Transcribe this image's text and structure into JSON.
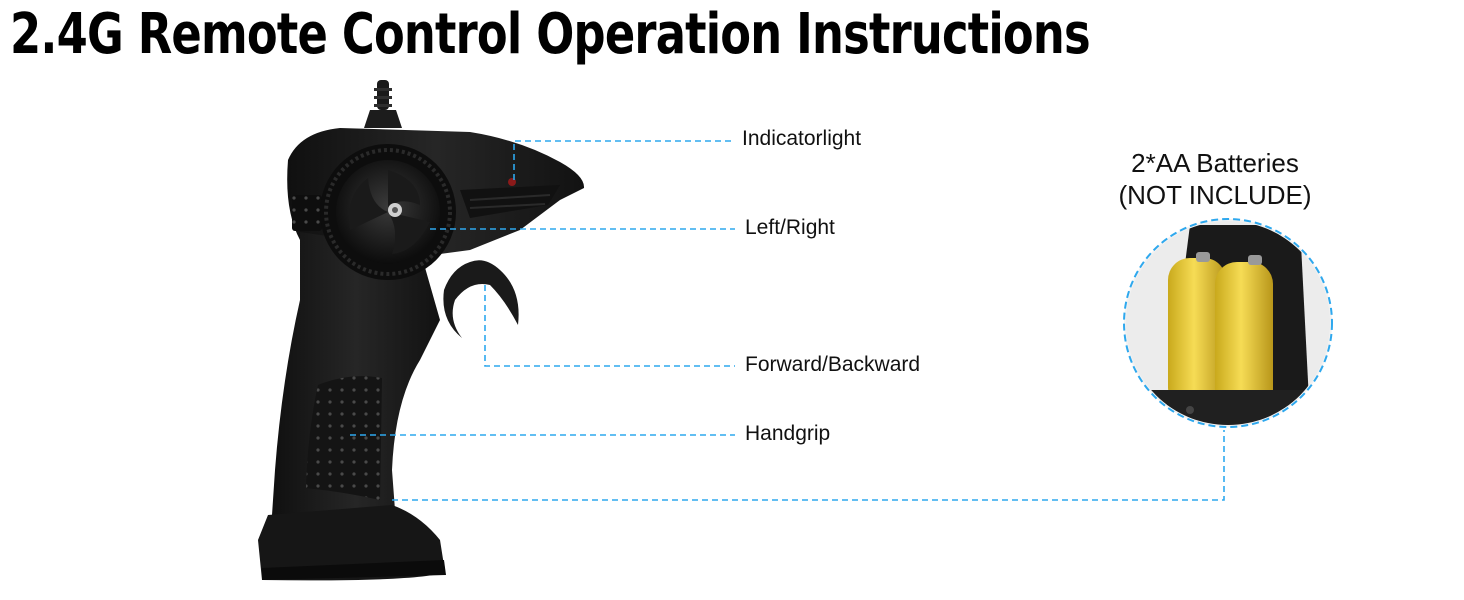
{
  "title": "2.4G Remote Control Operation Instructions",
  "callouts": {
    "indicator_light": "Indicatorlight",
    "left_right": "Left/Right",
    "forward_backward": "Forward/Backward",
    "handgrip": "Handgrip"
  },
  "battery": {
    "line1": "2*AA Batteries",
    "line2": "(NOT INCLUDE)"
  },
  "colors": {
    "leader_line": "#2ea8ee",
    "controller_body": "#1b1b1b",
    "battery_yellow": "#f2d43a"
  }
}
